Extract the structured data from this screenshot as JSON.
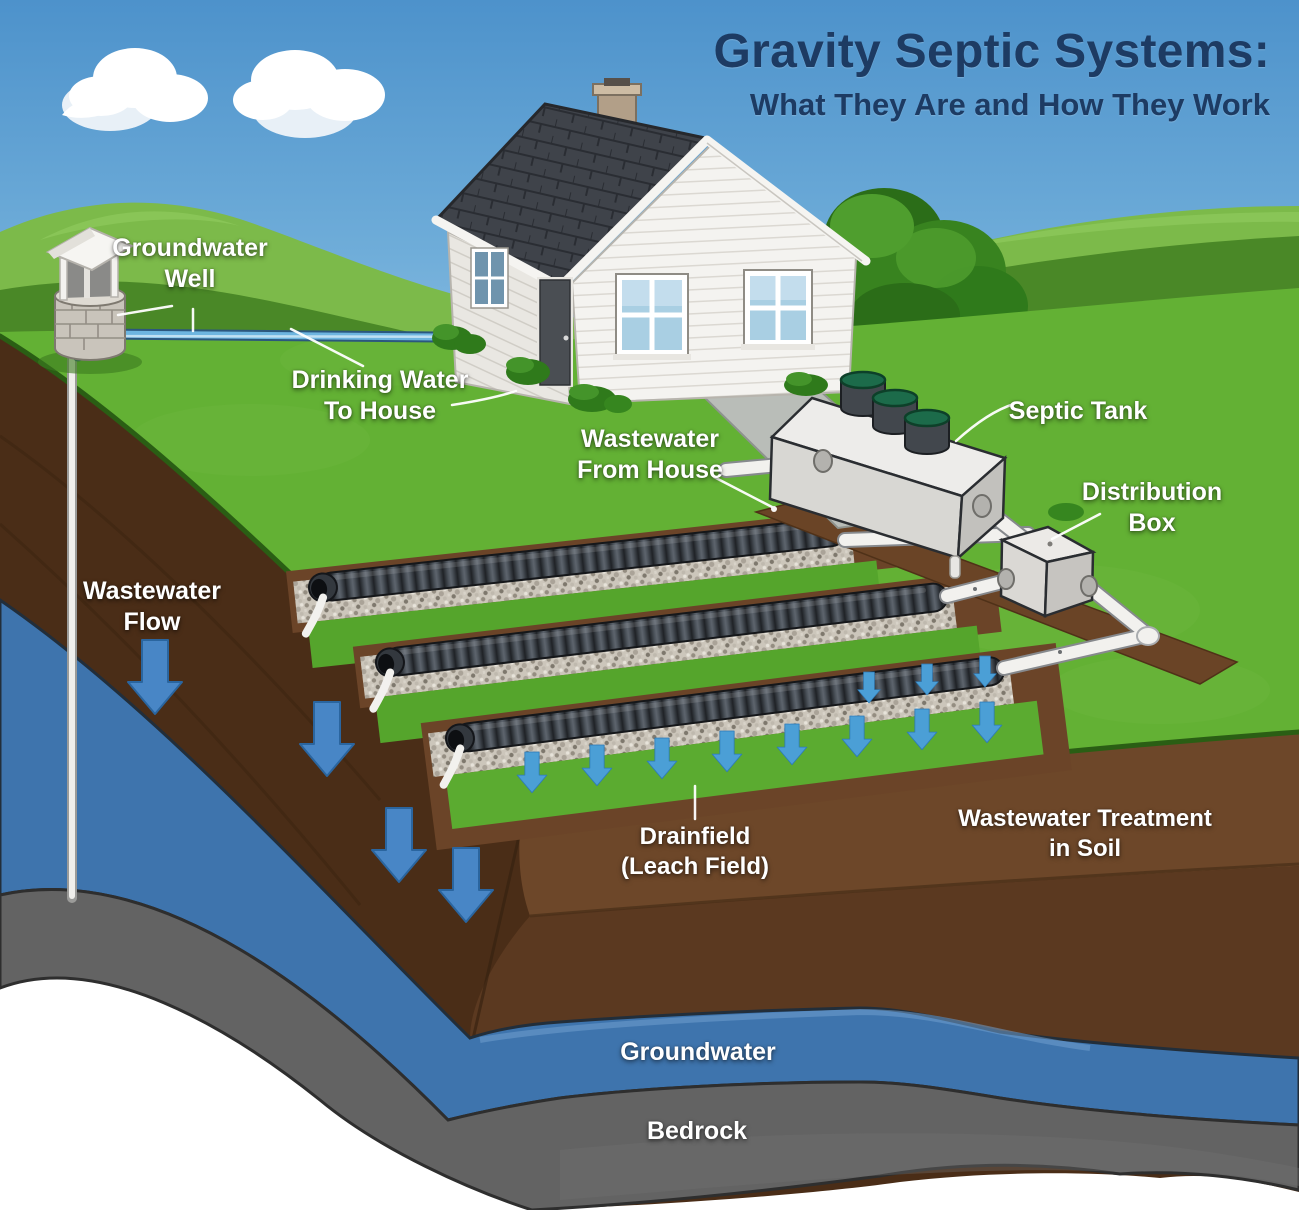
{
  "title": {
    "line1": "Gravity Septic Systems:",
    "line2": "What They Are and How They Work"
  },
  "labels": {
    "groundwater_well": {
      "line1": "Groundwater",
      "line2": "Well"
    },
    "drinking_water": {
      "line1": "Drinking Water",
      "line2": "To House"
    },
    "wastewater_from_house": {
      "line1": "Wastewater",
      "line2": "From House"
    },
    "septic_tank": {
      "line1": "Septic Tank"
    },
    "distribution_box": {
      "line1": "Distribution",
      "line2": "Box"
    },
    "wastewater_flow": {
      "line1": "Wastewater",
      "line2": "Flow"
    },
    "drainfield": {
      "line1": "Drainfield",
      "line2": "(Leach Field)"
    },
    "soil_treatment": {
      "line1": "Wastewater Treatment",
      "line2": "in Soil"
    },
    "groundwater_layer": {
      "line1": "Groundwater"
    },
    "bedrock": {
      "line1": "Bedrock"
    }
  },
  "colors": {
    "sky": "#4d92cb",
    "title_text": "#1d3b63",
    "label_text": "#ffffff",
    "grass": "#63b134",
    "hill_light": "#7cba4a",
    "hill_dark": "#4a8827",
    "soil_left_face": "#4a2d17",
    "soil_front_face": "#6d4729",
    "groundwater_blue": "#3e74ad",
    "bedrock_gray": "#636363",
    "flow_arrow_blue": "#4886c6",
    "pipe_white": "#f2f1ee",
    "pipe_corrugated_black": "#2a2e33",
    "septic_lid_green": "#1c6b4a",
    "roof_dark": "#3f434a",
    "house_wall_white": "#f4f3f0"
  }
}
